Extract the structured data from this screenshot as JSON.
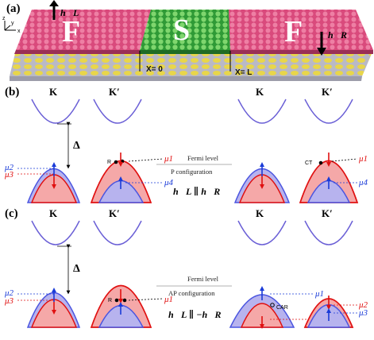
{
  "panels": {
    "a": "(a)",
    "b": "(b)",
    "c": "(c)"
  },
  "device": {
    "left_region": "F",
    "middle_region": "S",
    "right_region": "F",
    "x0_label": "X= 0",
    "xL_label": "X= L",
    "hL_label": "h⃗L",
    "hR_label": "h⃗R",
    "axis_z": "z",
    "axis_y": "y",
    "axis_x": "x"
  },
  "valleys": {
    "K": "K",
    "Kp": "K′"
  },
  "labels": {
    "delta": "Δ",
    "mu1": "μ1",
    "mu2": "μ2",
    "mu3": "μ3",
    "mu4": "μ4",
    "R": "R",
    "CT": "CT",
    "CAR": "CAR",
    "fermi": "Fermi level"
  },
  "panel_b": {
    "config": "P configuration",
    "relation": "h⃗L ∥ h⃗R"
  },
  "panel_c": {
    "config": "AP configuration",
    "relation": "h⃗L ∥ −h⃗R"
  },
  "colors": {
    "red": "#e01010",
    "blue": "#1a3bd8",
    "band": "#6a5fd6",
    "ferro": "#d9487a",
    "super": "#3fae3f"
  }
}
